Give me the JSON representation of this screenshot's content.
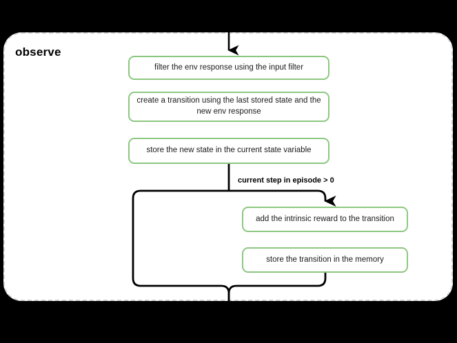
{
  "diagram": {
    "title": "observe",
    "background_color": "#000000",
    "panel_color": "#ffffff",
    "node_border_color": "#8cc77f",
    "edge_color": "#000000",
    "panel_border_color": "#d6d6d6",
    "nodes": [
      {
        "id": "filter",
        "label": "filter the env response using the input filter"
      },
      {
        "id": "create",
        "label": "create a transition using the last stored state and the new env response"
      },
      {
        "id": "store_state",
        "label": "store the new state in the current state variable"
      },
      {
        "id": "intrinsic",
        "label": "add the intrinsic reward to the transition"
      },
      {
        "id": "memory",
        "label": "store the transition in the memory"
      }
    ],
    "edge_labels": {
      "condition": "current step in episode > 0"
    }
  }
}
